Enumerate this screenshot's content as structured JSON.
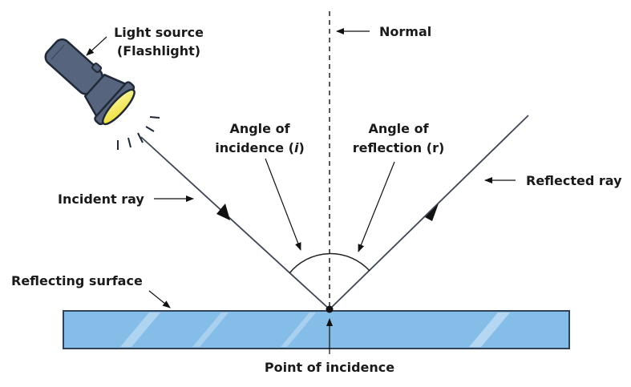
{
  "labels": {
    "light_source_1": "Light source",
    "light_source_2": "(Flashlight)",
    "normal": "Normal",
    "angle_inc_1": "Angle of",
    "angle_inc_2_pre": "incidence (",
    "angle_inc_2_sym": "i",
    "angle_inc_2_post": ")",
    "angle_ref_1": "Angle of",
    "angle_ref_2_pre": "reflection (",
    "angle_ref_2_sym": "r",
    "angle_ref_2_post": ")",
    "incident_ray": "Incident ray",
    "reflected_ray": "Reflected ray",
    "reflecting_surface": "Reflecting surface",
    "point_of_incidence": "Point of incidence"
  },
  "colors": {
    "surface_fill": "#85bde9",
    "surface_edge": "#334155",
    "ray": "#3f4654",
    "flashlight_body": "#56657d",
    "flashlight_lens": "#f6e84c",
    "arrow": "#111111"
  },
  "icons": {
    "flashlight": "flashlight-icon"
  }
}
